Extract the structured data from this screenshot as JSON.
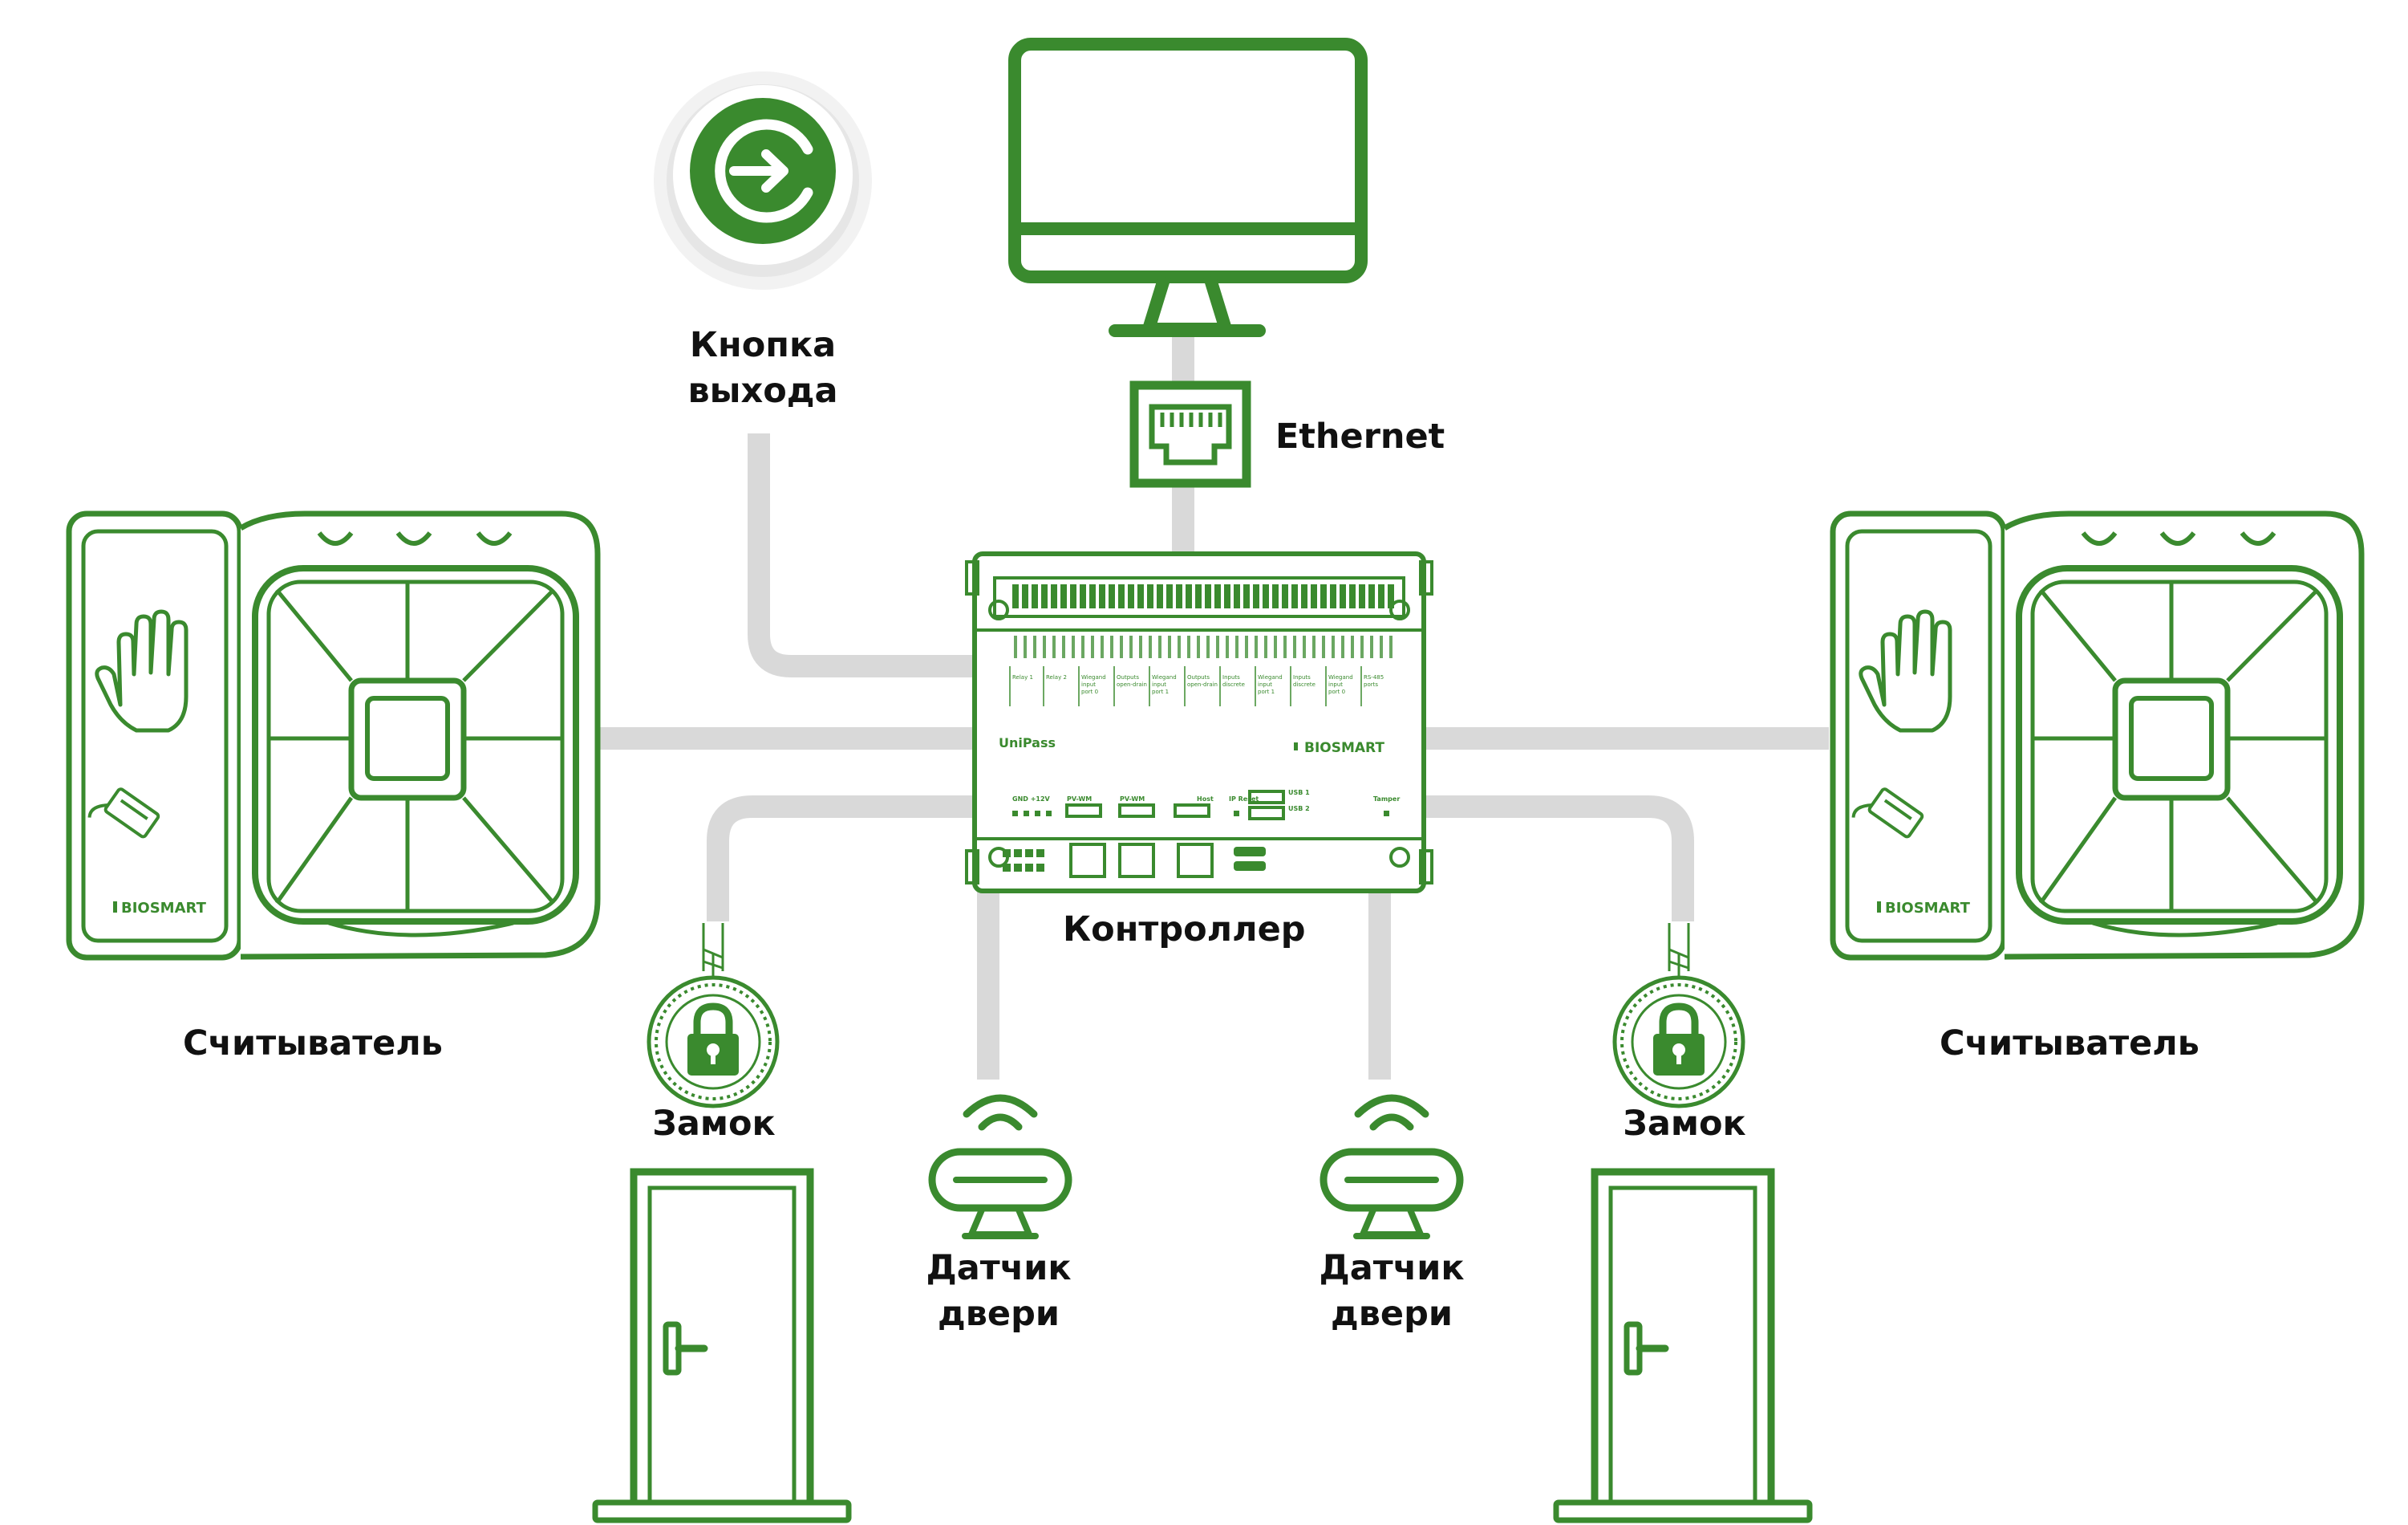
{
  "colors": {
    "green": "#3a8a2e",
    "line": "#d9d9d9",
    "text": "#111111",
    "white": "#ffffff"
  },
  "labels": {
    "exit_button": [
      "Кнопка",
      "выхода"
    ],
    "ethernet": "Ethernet",
    "controller": "Контроллер",
    "reader_left": "Считыватель",
    "reader_right": "Считыватель",
    "lock_left": "Замок",
    "lock_right": "Замок",
    "sensor_left": [
      "Датчик",
      "двери"
    ],
    "sensor_right": [
      "Датчик",
      "двери"
    ]
  },
  "controller_panel": {
    "product": "UniPass",
    "brand": "BIOSMART",
    "terminal_labels": [
      "Relay 1",
      "Relay 2",
      "Wiegand input port 0",
      "Outputs open-drain",
      "Wiegand input port 1",
      "Outputs open-drain",
      "Inputs discrete",
      "Wiegand input port 1",
      "Inputs discrete",
      "Wiegand input port 0",
      "RS-485 ports"
    ],
    "bottom_labels": [
      "GND +12V",
      "PV-WM",
      "PV-WM",
      "Host",
      "IP Reset",
      "USB 1",
      "USB 2",
      "Tamper"
    ]
  },
  "reader_brand": "BIOSMART",
  "icons": [
    "exit-button-icon",
    "monitor-icon",
    "ethernet-port-icon",
    "controller-device",
    "biometric-reader-icon",
    "lock-icon",
    "door-sensor-icon",
    "door-icon"
  ]
}
